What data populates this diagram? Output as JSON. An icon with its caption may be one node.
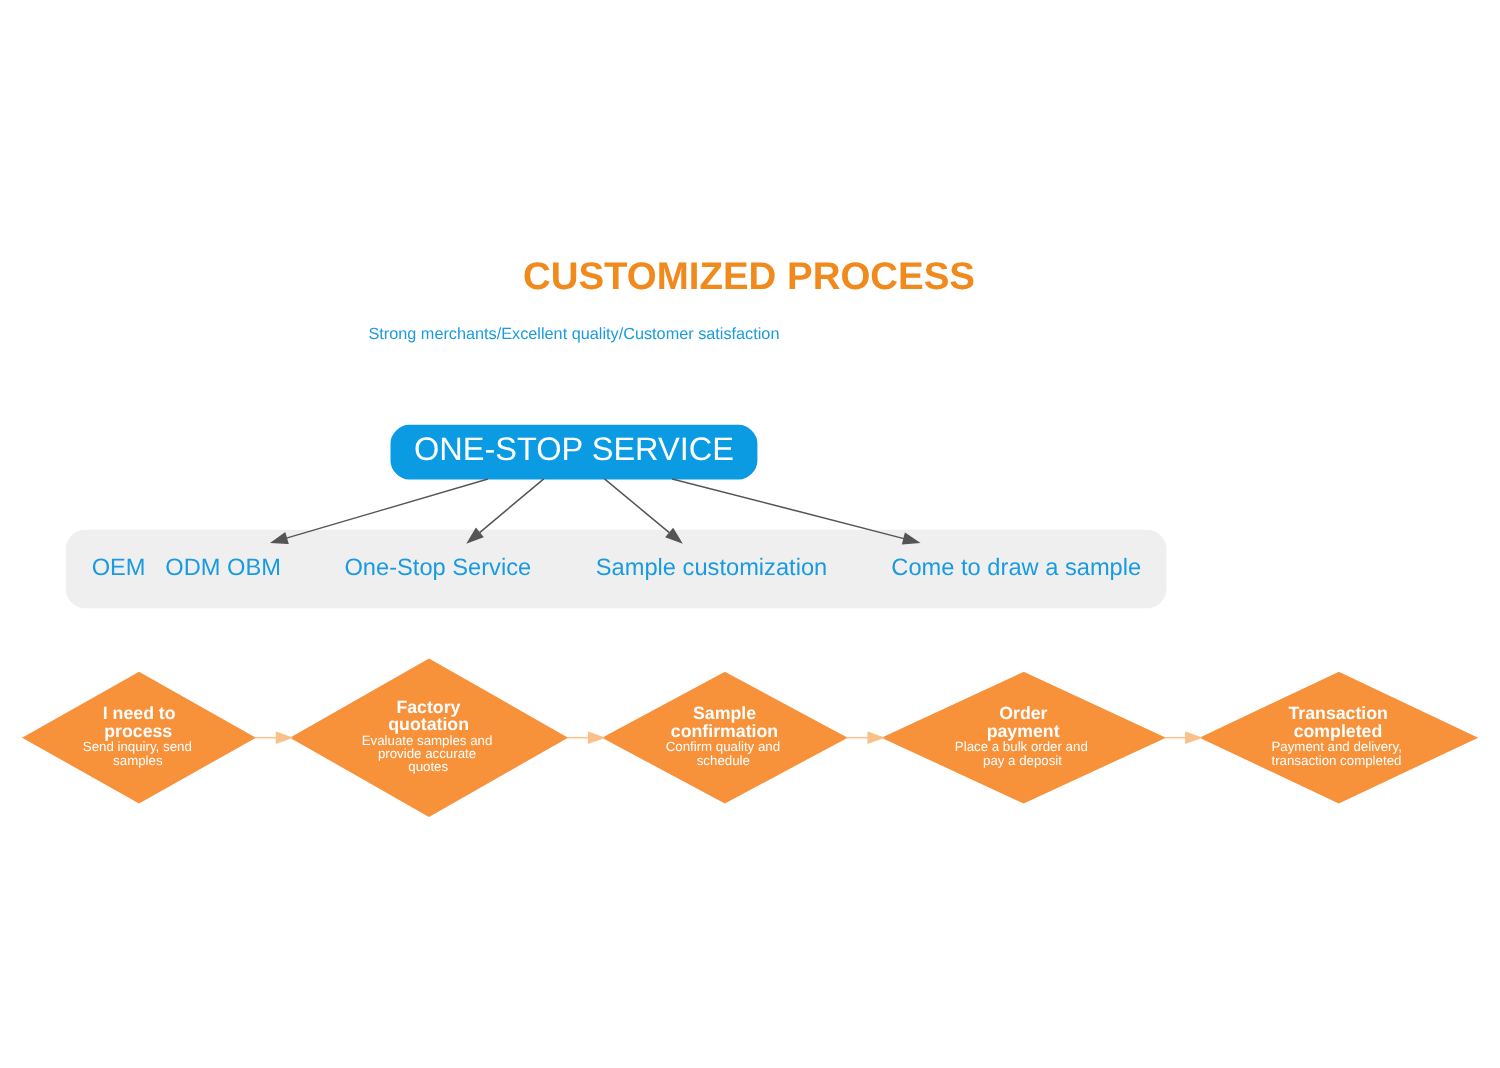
{
  "diagram": {
    "title": "CUSTOMIZED PROCESS",
    "nodes": [
      {
        "text": [
          "ONE-STOP SERVICE"
        ]
      },
      {
        "text": [],
        "shape": "box"
      },
      {
        "text": [
          "OEM   ODM OBM"
        ],
        "in": 1
      },
      {
        "text": [
          "One-Stop Service"
        ],
        "in": 1
      },
      {
        "text": [
          "Sample customization"
        ],
        "in": 1
      },
      {
        "text": [
          "Come to draw a sample"
        ],
        "in": 1
      },
      {
        "text": [
          "I need to process",
          "Send inquiry, send samples"
        ]
      },
      {
        "text": [
          "Factory quotation",
          "Evaluate samples and provide accurate quotes"
        ]
      },
      {
        "text": [
          "Sample confirmation",
          "Confirm quality and schedule"
        ]
      },
      {
        "text": [
          "Order payment",
          "Place a bulk order and pay a deposit"
        ]
      },
      {
        "text": [
          "Transaction completed",
          "Payment and delivery, transaction completed"
        ]
      }
    ],
    "edges": [
      {
        "from": 0,
        "to": 2,
        "arrow": "to"
      },
      {
        "from": 0,
        "to": 3,
        "arrow": "to"
      },
      {
        "from": 0,
        "to": 4,
        "arrow": "to"
      },
      {
        "from": 0,
        "to": 5,
        "arrow": "to"
      },
      {
        "from": 6,
        "to": 7,
        "arrow": "to",
        "color": "#f9c08a"
      },
      {
        "from": 7,
        "to": 8,
        "arrow": "to",
        "color": "#f9c08a"
      },
      {
        "from": 8,
        "to": 9,
        "arrow": "to",
        "color": "#f9c08a"
      },
      {
        "from": 9,
        "to": 10,
        "arrow": "to",
        "color": "#f9c08a"
      }
    ],
    "labels": [
      "Strong merchants/Excellent quality/Customer satisfaction"
    ]
  }
}
